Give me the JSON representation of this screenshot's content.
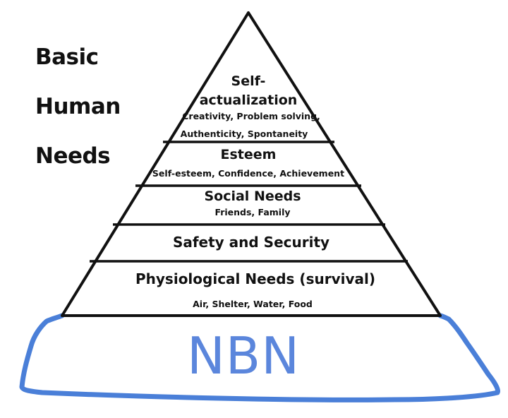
{
  "title_lines": [
    "Basic",
    "Human",
    "Needs"
  ],
  "levels": [
    {
      "title_lines": [
        "Self-",
        "actualization"
      ],
      "subtitle_lines": [
        "Creativity, Problem solving,",
        "Authenticity, Spontaneity"
      ]
    },
    {
      "title_lines": [
        "Esteem"
      ],
      "subtitle_lines": [
        "Self-esteem, Confidence, Achievement"
      ]
    },
    {
      "title_lines": [
        "Social Needs"
      ],
      "subtitle_lines": [
        "Friends, Family"
      ]
    },
    {
      "title_lines": [
        "Safety and Security"
      ],
      "subtitle_lines": []
    },
    {
      "title_lines": [
        "Physiological Needs (survival)"
      ],
      "subtitle_lines": [
        "Air, Shelter, Water, Food"
      ]
    }
  ],
  "foundation": {
    "label": "NBN",
    "color": "#5b86dc"
  },
  "colors": {
    "outline": "#111111",
    "foundation_stroke": "#4a7fd8"
  }
}
